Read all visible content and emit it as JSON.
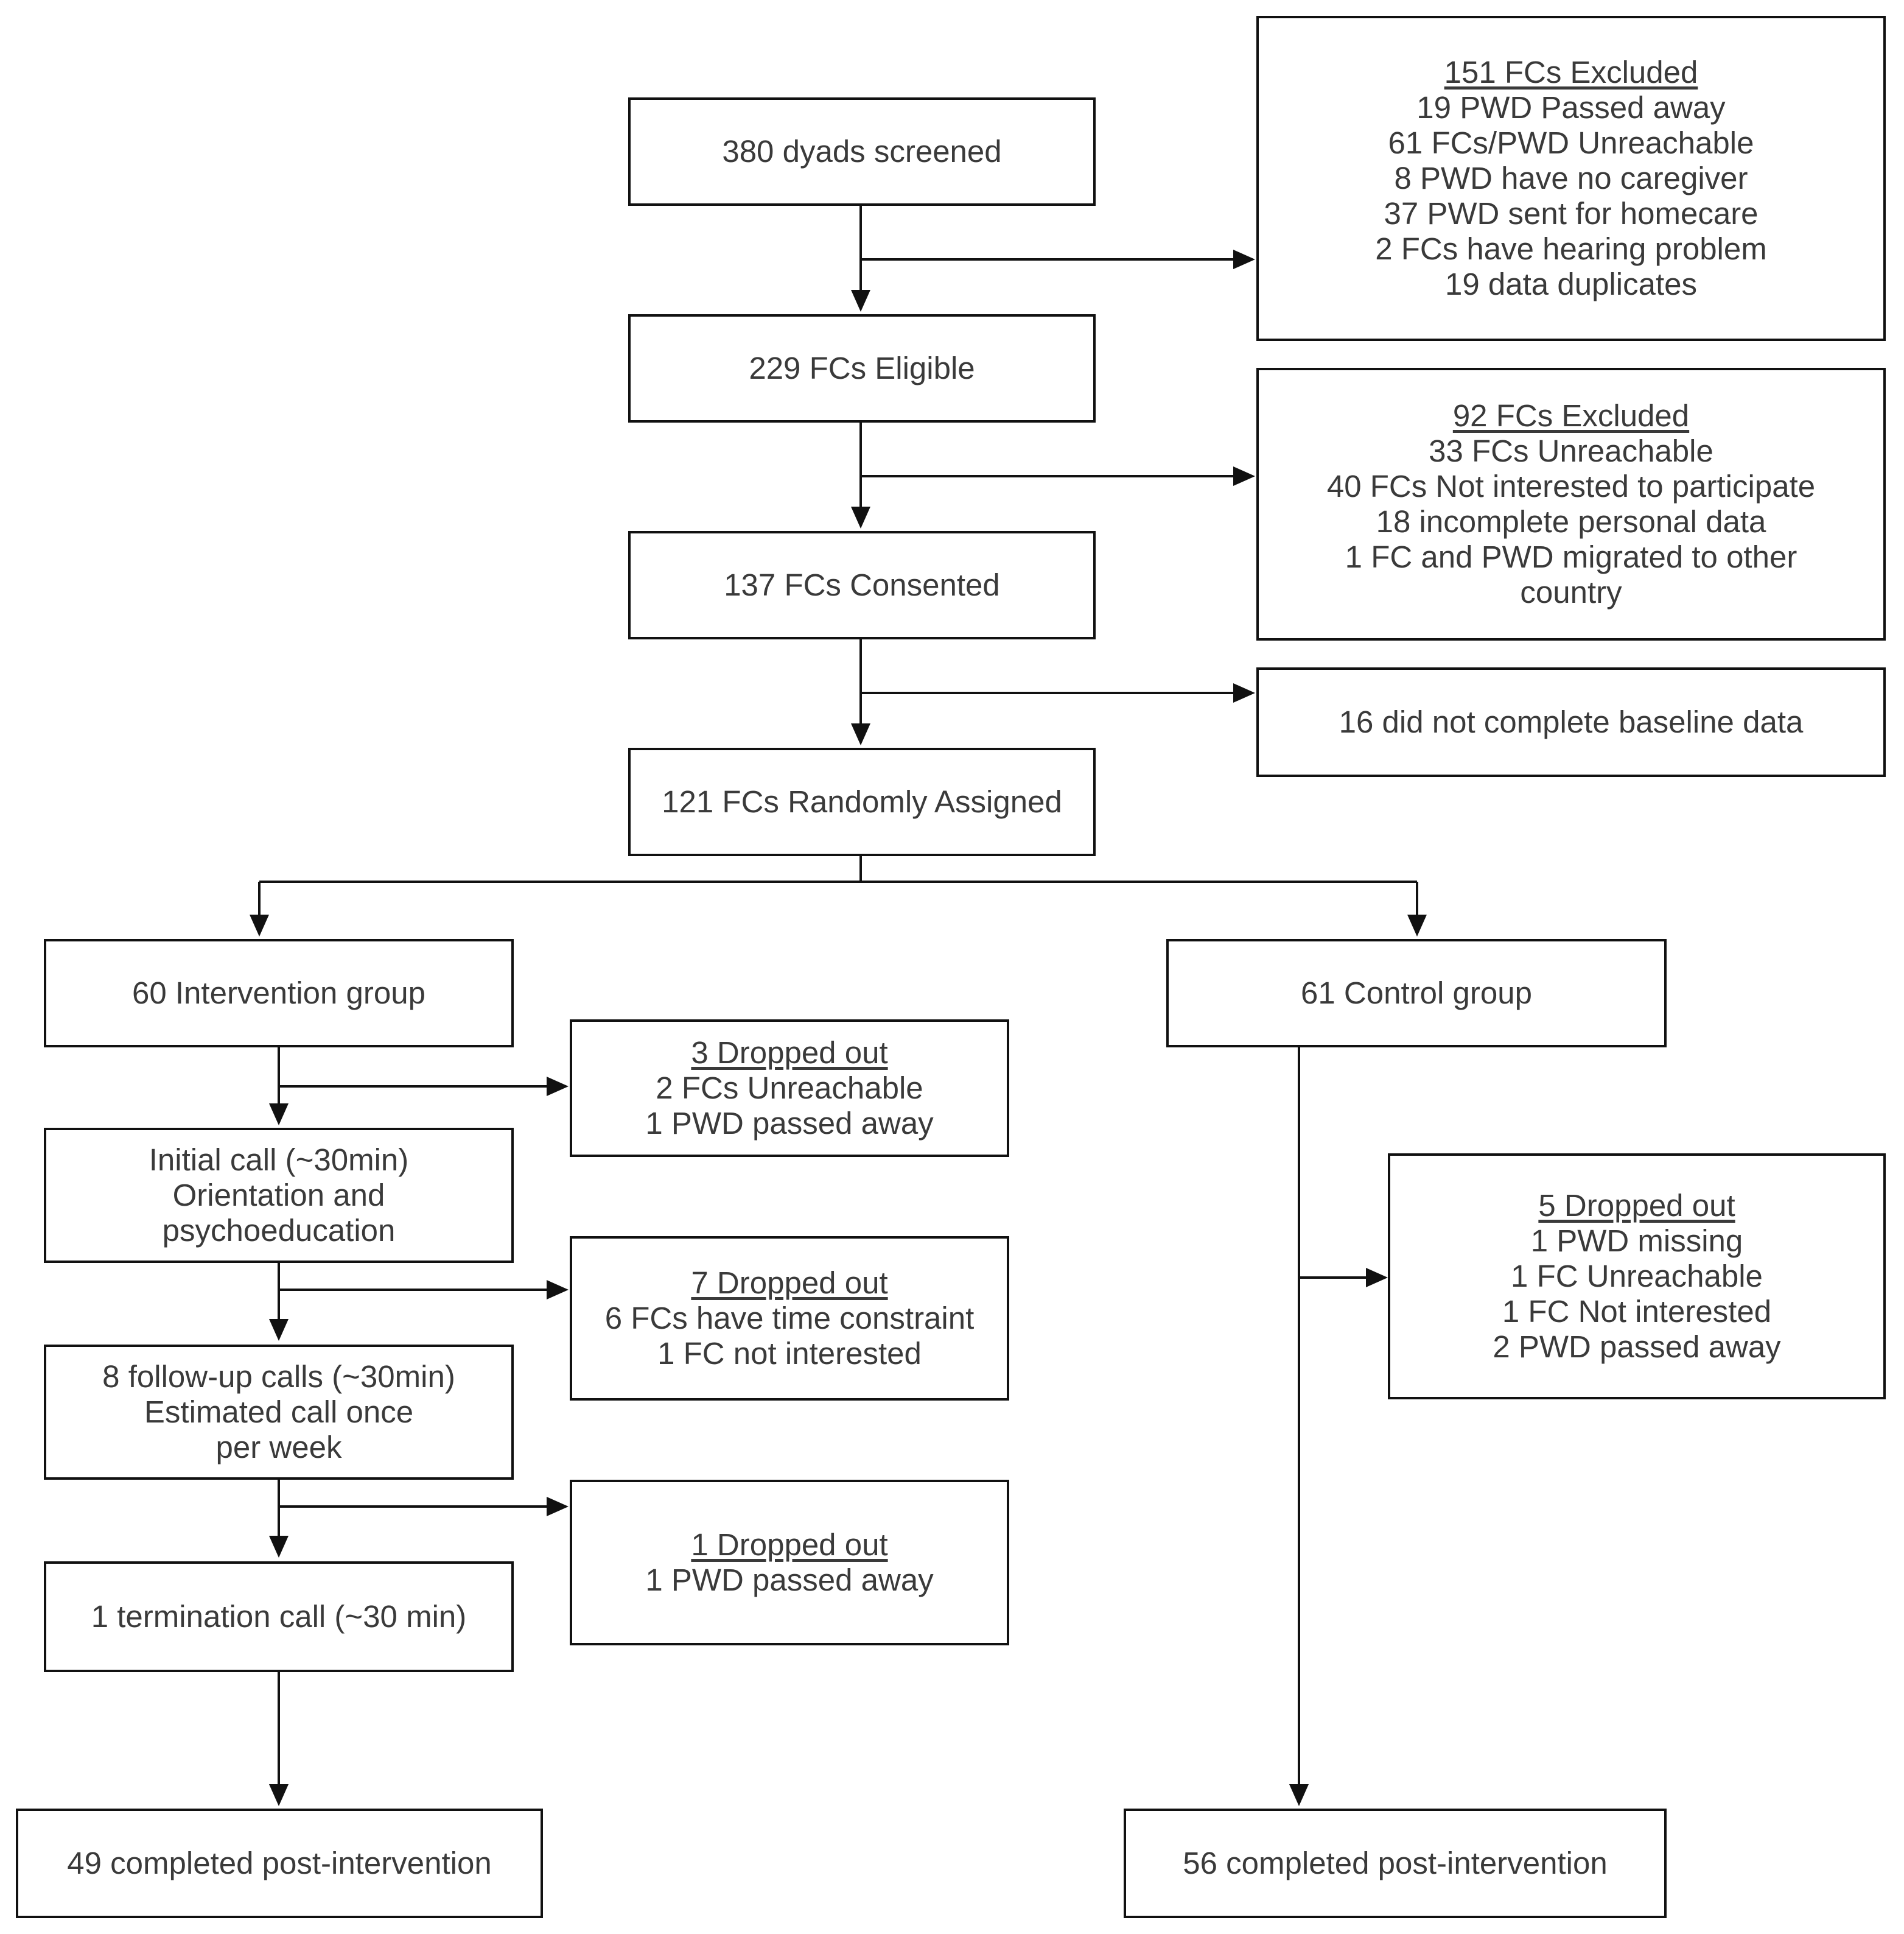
{
  "main_flow": {
    "screened": "380 dyads screened",
    "eligible": "229 FCs Eligible",
    "consented": "137 FCs Consented",
    "randomized": "121 FCs Randomly Assigned"
  },
  "exclusions": {
    "first": {
      "heading": "151 FCs Excluded",
      "lines": [
        "19 PWD Passed away",
        "61 FCs/PWD Unreachable",
        "8 PWD have no caregiver",
        "37 PWD sent for homecare",
        "2 FCs have hearing problem",
        "19 data duplicates"
      ]
    },
    "second": {
      "heading": "92 FCs Excluded",
      "lines": [
        "33 FCs Unreachable",
        "40 FCs Not interested to participate",
        "18 incomplete personal data",
        "1 FC and PWD migrated to other country"
      ]
    },
    "third": {
      "text": "16 did not complete baseline data"
    }
  },
  "intervention": {
    "group": "60 Intervention group",
    "initial_call": [
      "Initial call (~30min)",
      "Orientation and",
      "psychoeducation"
    ],
    "follow_up": [
      "8 follow-up calls (~30min)",
      "Estimated call once",
      "per week"
    ],
    "termination": "1 termination call (~30 min)",
    "completed": "49 completed post-intervention",
    "dropouts": [
      {
        "heading": "3 Dropped out",
        "lines": [
          "2 FCs Unreachable",
          "1 PWD passed away"
        ]
      },
      {
        "heading": "7 Dropped out",
        "lines": [
          "6 FCs have time constraint",
          "1 FC not interested"
        ]
      },
      {
        "heading": "1 Dropped out",
        "lines": [
          "1 PWD passed away"
        ]
      }
    ]
  },
  "control": {
    "group": "61 Control group",
    "completed": "56 completed post-intervention",
    "dropout": {
      "heading": "5 Dropped out",
      "lines": [
        "1 PWD missing",
        "1 FC Unreachable",
        "1 FC Not interested",
        "2 PWD passed away"
      ]
    }
  },
  "colors": {
    "border": "#111111",
    "text": "#3a3a3a",
    "arrow": "#111111"
  }
}
